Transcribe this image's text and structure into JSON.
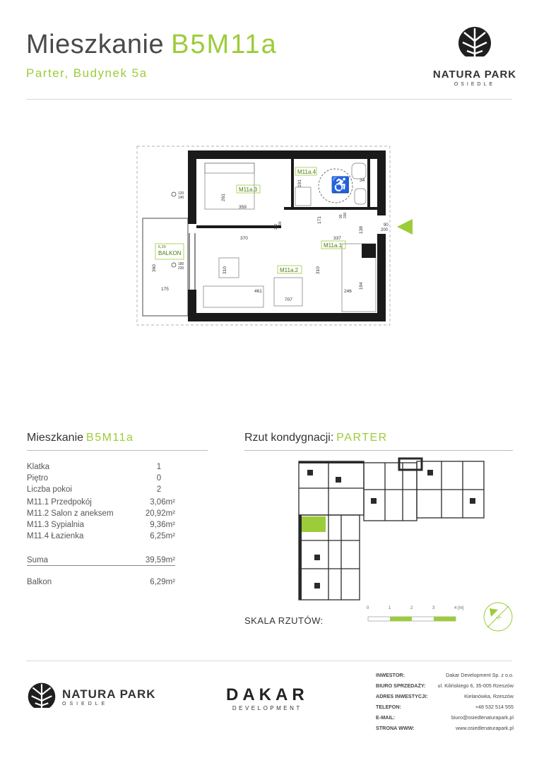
{
  "header": {
    "title": "Mieszkanie",
    "code": "B5M11a",
    "subtitle": "Parter, Budynek 5a"
  },
  "brand": {
    "name": "NATURA PARK",
    "sub": "OSIEDLE"
  },
  "plan": {
    "rooms": [
      {
        "id": "M11a.1"
      },
      {
        "id": "M11a.2"
      },
      {
        "id": "M11a.3"
      },
      {
        "id": "M11a.4"
      }
    ],
    "balcony": {
      "area": "6,29",
      "label": "BALKON"
    },
    "dims": {
      "d_359": "359",
      "d_261": "261",
      "d_370": "370",
      "d_337": "337",
      "d_310a": "310",
      "d_310b": "310",
      "d_461": "461",
      "d_707": "707",
      "d_246": "246",
      "d_194": "194",
      "d_138": "138",
      "d_360": "360",
      "d_175": "175",
      "d_191": "191",
      "d_171": "171",
      "win1": "120",
      "win1b": "140",
      "win2": "180",
      "win2b": "230",
      "door1": "90",
      "door1b": "200",
      "door2": "90",
      "door2b": "200",
      "entry": "90",
      "entryb": "200",
      "d_34": "34"
    }
  },
  "summary": {
    "title": "Mieszkanie",
    "code": "B5M11a",
    "rows": [
      {
        "label": "Klatka",
        "value": "1"
      },
      {
        "label": "Piętro",
        "value": "0"
      },
      {
        "label": "Liczba pokoi",
        "value": "2"
      },
      {
        "label": "M11.1 Przedpokój",
        "value": "3,06m²"
      },
      {
        "label": "M11.2 Salon z aneksem",
        "value": "20,92m²"
      },
      {
        "label": "M11.3 Sypialnia",
        "value": "9,36m²"
      },
      {
        "label": "M11.4 Łazienka",
        "value": "6,25m²"
      }
    ],
    "sum_label": "Suma",
    "sum_value": "39,59m²",
    "balcony_label": "Balkon",
    "balcony_value": "6,29m²"
  },
  "floor": {
    "title": "Rzut kondygnacji:",
    "level": "PARTER"
  },
  "scale": {
    "label": "SKALA RZUTÓW:",
    "ticks": [
      "0",
      "1",
      "2",
      "3",
      "4 [m]"
    ]
  },
  "developer": {
    "name": "DAKAR",
    "sub": "DEVELOPMENT"
  },
  "contact": [
    {
      "k": "INWESTOR:",
      "v": "Dakar Development Sp. z o.o."
    },
    {
      "k": "BIURO SPRZEDAŻY:",
      "v": "ul. Kilińskiego 6, 35-005 Rzeszów"
    },
    {
      "k": "ADRES INWESTYCJI:",
      "v": "Kielanówka, Rzeszów"
    },
    {
      "k": "TELEFON:",
      "v": "+48 532 514 555"
    },
    {
      "k": "E-MAIL:",
      "v": "biuro@osiedlenaturapark.pl"
    },
    {
      "k": "STRONA WWW:",
      "v": "www.osiedlenaturapark.pl"
    }
  ],
  "colors": {
    "accent": "#9ccc3a",
    "wall": "#1a1a1a",
    "text": "#333333"
  }
}
